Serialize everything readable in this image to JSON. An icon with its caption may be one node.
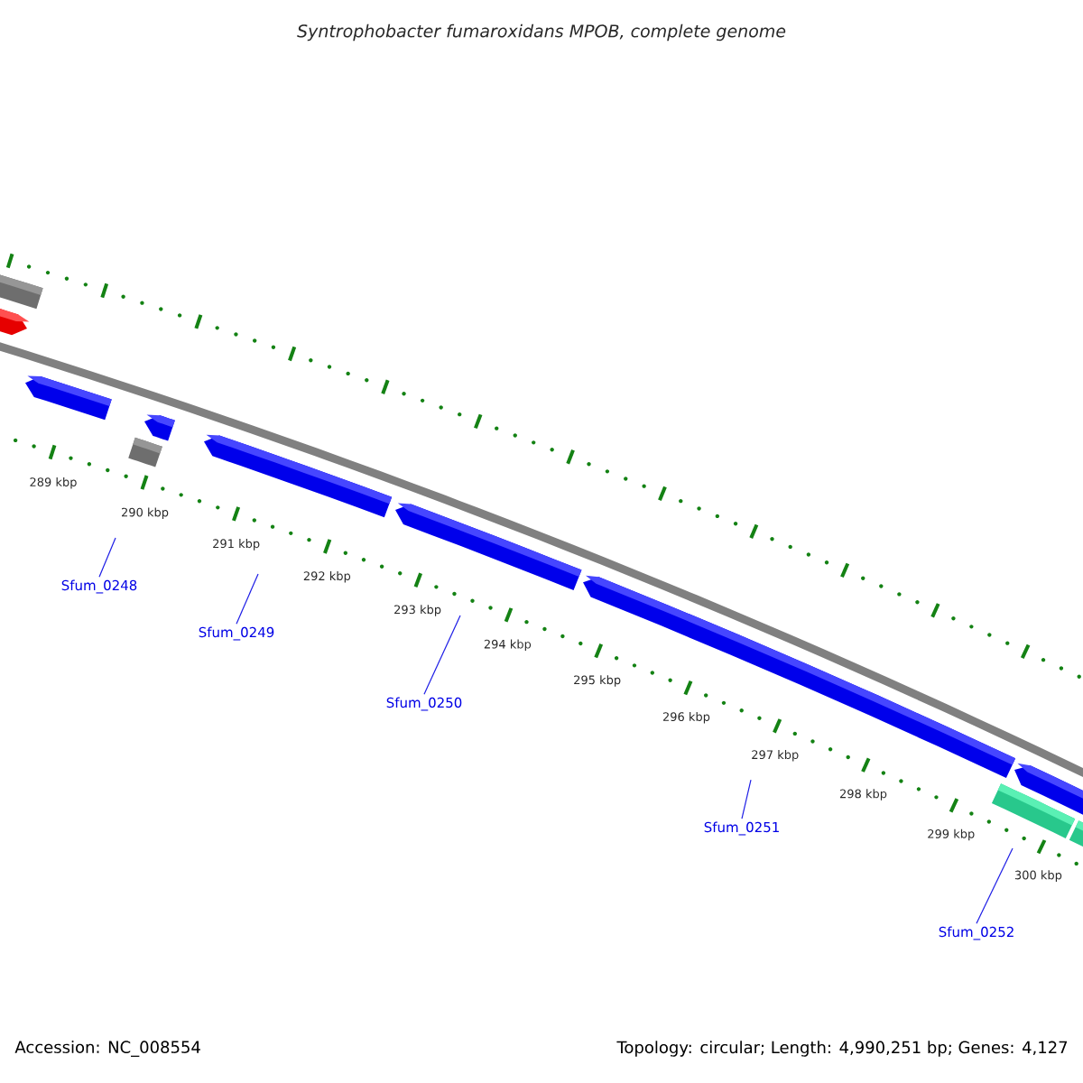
{
  "diagram": {
    "title": "Syntrophobacter fumaroxidans MPOB, complete genome",
    "nodes": [
      {
        "text": [
          "Sfum_0248"
        ]
      },
      {
        "text": [
          "Sfum_0249"
        ]
      },
      {
        "text": [
          "Sfum_0250"
        ]
      },
      {
        "text": [
          "Sfum_0251"
        ]
      },
      {
        "text": [
          "Sfum_0252"
        ]
      }
    ],
    "edges": [
      {
        "from": 0,
        "to": null,
        "arrow": "none"
      },
      {
        "from": 1,
        "to": null,
        "arrow": "none"
      },
      {
        "from": 2,
        "to": null,
        "arrow": "none"
      },
      {
        "from": 3,
        "to": null,
        "arrow": "none"
      },
      {
        "from": 4,
        "to": null,
        "arrow": "none"
      }
    ],
    "labels": [
      "289 kbp",
      "290 kbp",
      "291 kbp",
      "292 kbp",
      "293 kbp",
      "294 kbp",
      "295 kbp",
      "296 kbp",
      "297 kbp",
      "298 kbp",
      "299 kbp",
      "300 kbp",
      "Accession: NC_008554",
      "Topology: circular; Length: 4,990,251 bp; Genes: 4,127"
    ]
  }
}
